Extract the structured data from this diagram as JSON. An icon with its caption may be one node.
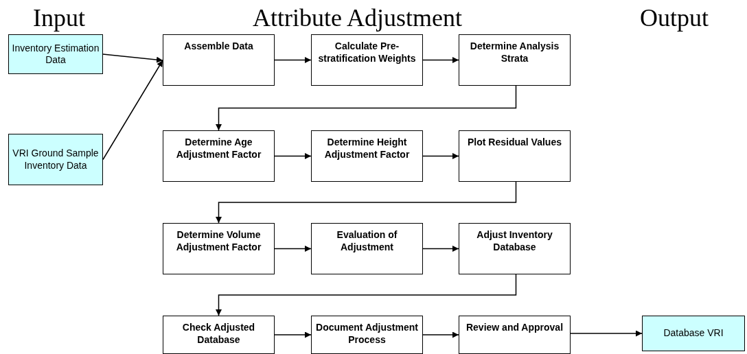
{
  "diagram": {
    "nodes": [
      {
        "text": [
          "Inventory Estimation Data"
        ]
      },
      {
        "text": [
          "VRI Ground Sample Inventory Data"
        ]
      },
      {
        "text": [
          "Assemble Data"
        ]
      },
      {
        "text": [
          "Calculate Pre-stratification Weights"
        ]
      },
      {
        "text": [
          "Determine Analysis Strata"
        ]
      },
      {
        "text": [
          "Determine Age Adjustment Factor"
        ]
      },
      {
        "text": [
          "Determine Height Adjustment Factor"
        ]
      },
      {
        "text": [
          "Plot Residual Values"
        ]
      },
      {
        "text": [
          "Determine Volume Adjustment Factor"
        ]
      },
      {
        "text": [
          "Evaluation of Adjustment"
        ]
      },
      {
        "text": [
          "Adjust Inventory Database"
        ]
      },
      {
        "text": [
          "Check Adjusted Database"
        ]
      },
      {
        "text": [
          "Document Adjustment Process"
        ]
      },
      {
        "text": [
          "Review and Approval"
        ]
      },
      {
        "text": [
          "Database VRI"
        ]
      }
    ],
    "edges": [
      {
        "from": 0,
        "to": 2,
        "arrow": "to"
      },
      {
        "from": 1,
        "to": 2,
        "arrow": "to"
      },
      {
        "from": 2,
        "to": 3,
        "arrow": "to"
      },
      {
        "from": 3,
        "to": 4,
        "arrow": "to"
      },
      {
        "from": 4,
        "to": 5,
        "arrow": "to"
      },
      {
        "from": 5,
        "to": 6,
        "arrow": "to"
      },
      {
        "from": 6,
        "to": 7,
        "arrow": "to"
      },
      {
        "from": 7,
        "to": 8,
        "arrow": "to"
      },
      {
        "from": 8,
        "to": 9,
        "arrow": "to"
      },
      {
        "from": 9,
        "to": 10,
        "arrow": "to"
      },
      {
        "from": 10,
        "to": 11,
        "arrow": "to"
      },
      {
        "from": 11,
        "to": 12,
        "arrow": "to"
      },
      {
        "from": 12,
        "to": 13,
        "arrow": "to"
      },
      {
        "from": 13,
        "to": 14,
        "arrow": "to"
      }
    ],
    "labels": [
      "Input",
      "Attribute Adjustment",
      "Output"
    ]
  }
}
